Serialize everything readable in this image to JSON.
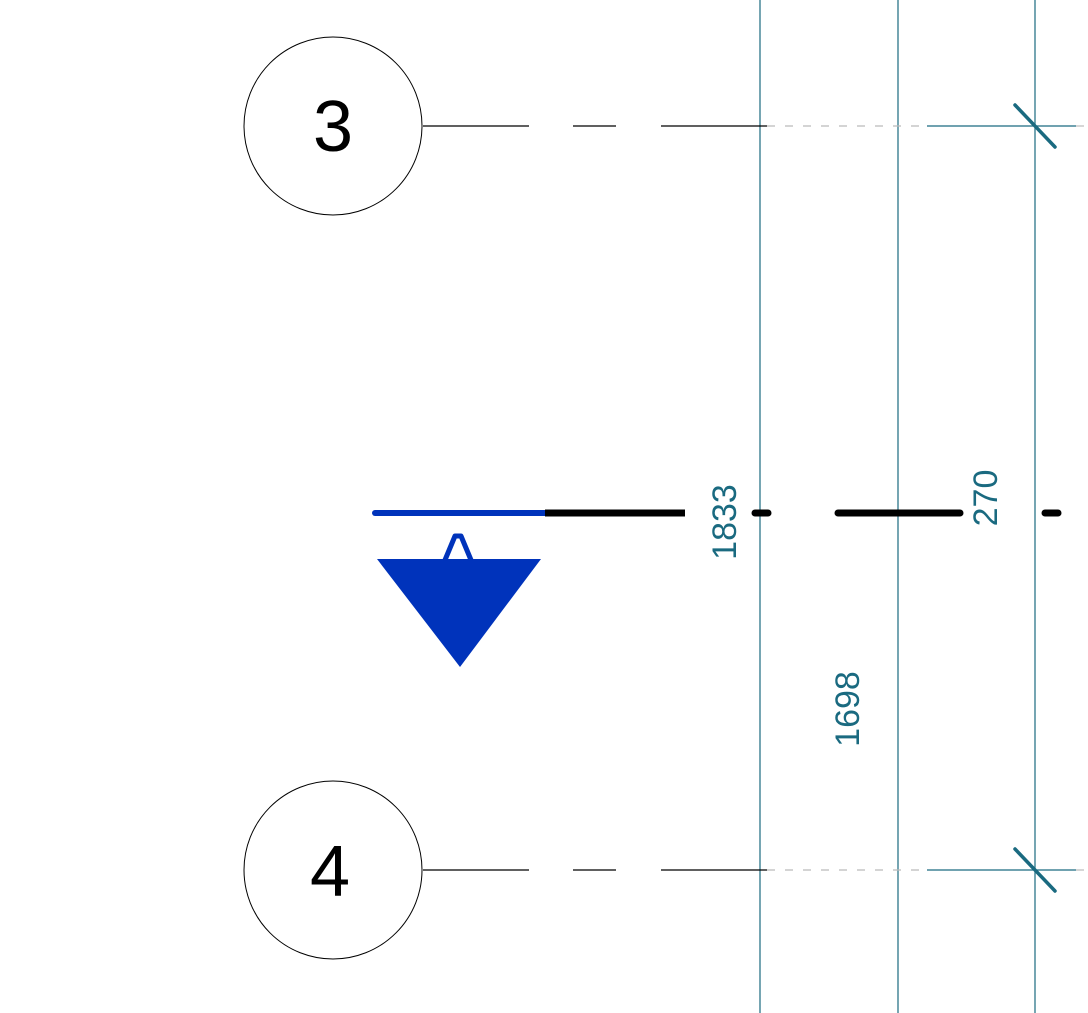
{
  "colors": {
    "grid_ref": "#1a6a80",
    "dimension": "#1a6a80",
    "section_blue": "#0033bb",
    "line_black": "#000000",
    "hidden_gray": "#bbbbbb"
  },
  "grids": [
    {
      "label": "3"
    },
    {
      "label": "4"
    }
  ],
  "dimensions": [
    {
      "value": "1833"
    },
    {
      "value": "270"
    },
    {
      "value": "1698"
    }
  ],
  "section_marker": {
    "label": "A"
  }
}
